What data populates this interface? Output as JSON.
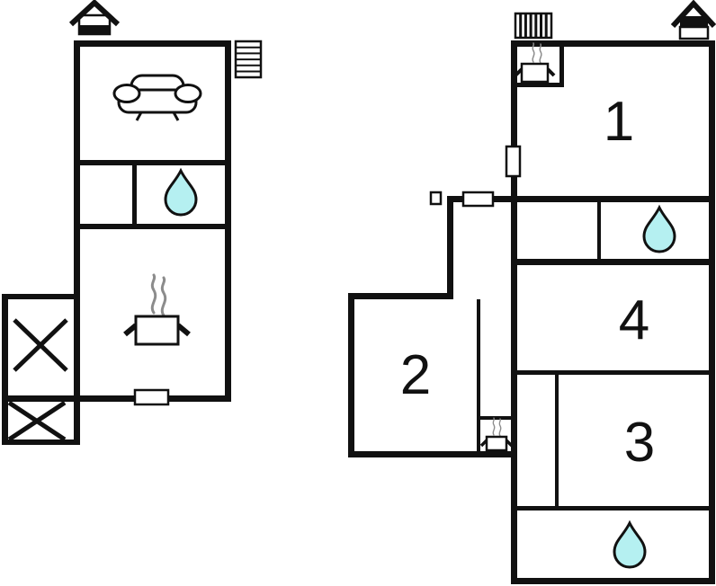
{
  "colors": {
    "background": "#ffffff",
    "wall": "#111111",
    "water_drop": "#b5f0f1",
    "steam": "#8c8c8c"
  },
  "rooms": {
    "r1": "1",
    "r2": "2",
    "r3": "3",
    "r4": "4"
  },
  "icons": {
    "left_building": {
      "chimney": "fireplace-house-icon",
      "stairs": "staircase-icon",
      "living": "sofa-icon",
      "bath": "water-drop-icon",
      "kitchen": "cooking-pot-icon",
      "annex_upper": "crossed-box-icon",
      "annex_lower": "crossed-box-icon",
      "entrance": "door-icon"
    },
    "right_building": {
      "radiator": "radiator-icon",
      "chimney": "fireplace-house-icon",
      "kitchenette_room1": "cooking-pot-icon",
      "bath_upper": "water-drop-icon",
      "bath_lower": "water-drop-icon",
      "kitchenette_corridor": "cooking-pot-icon",
      "window_room1": "window-icon",
      "corridor_door": "door-icon"
    }
  }
}
